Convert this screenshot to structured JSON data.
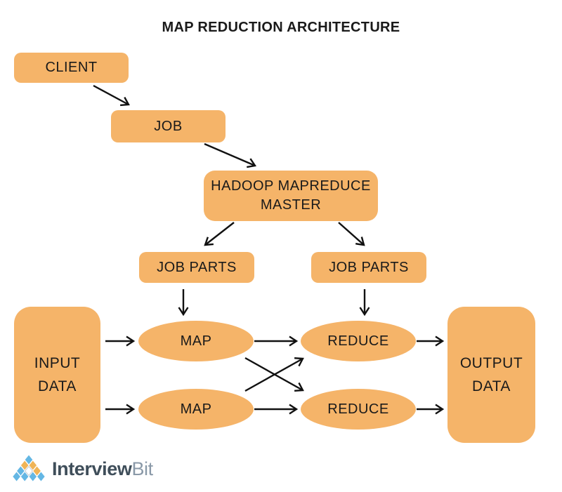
{
  "title": "MAP REDUCTION ARCHITECTURE",
  "nodes": {
    "client": {
      "label": "CLIENT"
    },
    "job": {
      "label": "JOB"
    },
    "master": {
      "line1": "HADOOP MAPREDUCE",
      "line2": "MASTER"
    },
    "job_parts_left": {
      "label": "JOB PARTS"
    },
    "job_parts_right": {
      "label": "JOB PARTS"
    },
    "map_top": {
      "label": "MAP"
    },
    "map_bottom": {
      "label": "MAP"
    },
    "reduce_top": {
      "label": "REDUCE"
    },
    "reduce_bottom": {
      "label": "REDUCE"
    },
    "input": {
      "line1": "INPUT",
      "line2": "DATA"
    },
    "output": {
      "line1": "OUTPUT",
      "line2": "DATA"
    }
  },
  "colors": {
    "node_fill": "#F5B469",
    "text": "#1A1A1A",
    "arrow": "#111111",
    "logo_blue": "#64B7E4",
    "logo_orange": "#EFB457",
    "logo_text_primary": "#3F4E5A",
    "logo_text_secondary": "#8A99A8"
  },
  "icons": {
    "logo": "pyramid-diamonds-icon"
  },
  "logo": {
    "brand_primary": "Interview",
    "brand_secondary": "Bit"
  }
}
